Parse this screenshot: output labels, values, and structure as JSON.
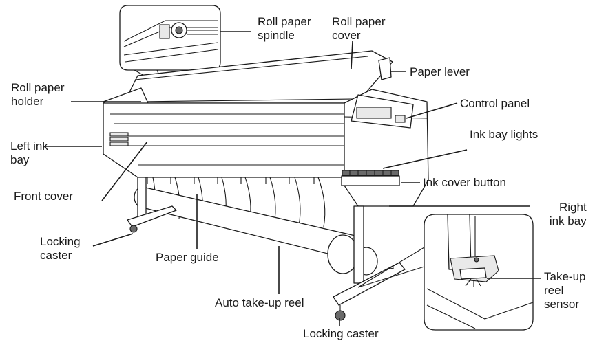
{
  "labels": {
    "roll_paper_spindle": [
      "Roll paper",
      "spindle"
    ],
    "roll_paper_cover": [
      "Roll paper",
      "cover"
    ],
    "paper_lever": "Paper lever",
    "roll_paper_holder": [
      "Roll paper",
      "holder"
    ],
    "control_panel": "Control panel",
    "left_ink_bay": [
      "Left ink",
      "bay"
    ],
    "ink_bay_lights": "Ink bay lights",
    "front_cover": "Front cover",
    "ink_cover_button": "Ink cover button",
    "right_ink_bay": [
      "Right",
      "ink bay"
    ],
    "locking_caster_left": [
      "Locking",
      "caster"
    ],
    "paper_guide": "Paper guide",
    "auto_take_up_reel": "Auto take-up reel",
    "take_up_reel_sensor": [
      "Take-up",
      "reel",
      "sensor"
    ],
    "locking_caster_bottom": "Locking caster"
  }
}
